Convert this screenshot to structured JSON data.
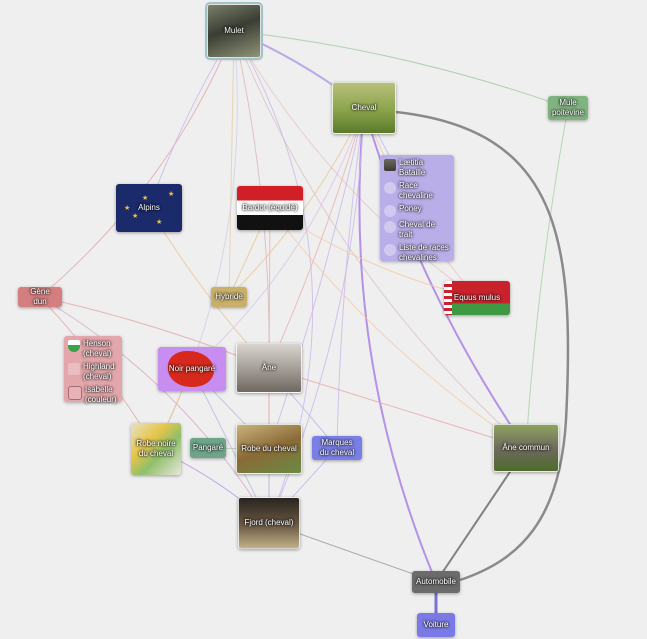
{
  "nodes": {
    "mulet": "Mulet",
    "cheval": "Cheval",
    "mule_poitevine": "Mule poitevine",
    "alpins": "Alpins",
    "bardot": "Bardot (équidé)",
    "hybride": "Hybride",
    "gene_dun": "Gène dun",
    "equus_mulus": "Equus mulus",
    "noir_pangare": "Noir pangaré",
    "ane": "Âne",
    "robe_noire": "Robe noire du cheval",
    "pangare": "Pangaré",
    "robe_du_cheval": "Robe du cheval",
    "marques": "Marques du cheval",
    "ane_commun": "Âne commun",
    "fjord": "Fjord (cheval)",
    "automobile": "Automobile",
    "voiture": "Voiture"
  },
  "list_cheval": [
    {
      "label": "Lætitia Bataille",
      "icon": "photo-icon"
    },
    {
      "label": "Race chevaline",
      "icon": "bullet-icon"
    },
    {
      "label": "Poney",
      "icon": "bullet-icon"
    },
    {
      "label": "Cheval de trait",
      "icon": "bullet-icon"
    },
    {
      "label": "Liste de races chevalines",
      "icon": "bullet-icon"
    }
  ],
  "list_gene": [
    {
      "label": "Henson (cheval)",
      "icon": "shield-icon"
    },
    {
      "label": "Highland (cheval)",
      "icon": "blank-icon"
    },
    {
      "label": "Isabelle (couleur)",
      "icon": "outline-icon"
    }
  ],
  "colors": {
    "background": "#efefef",
    "purple_edge": "#a77be0",
    "gray_edge": "#7a7a7a"
  }
}
